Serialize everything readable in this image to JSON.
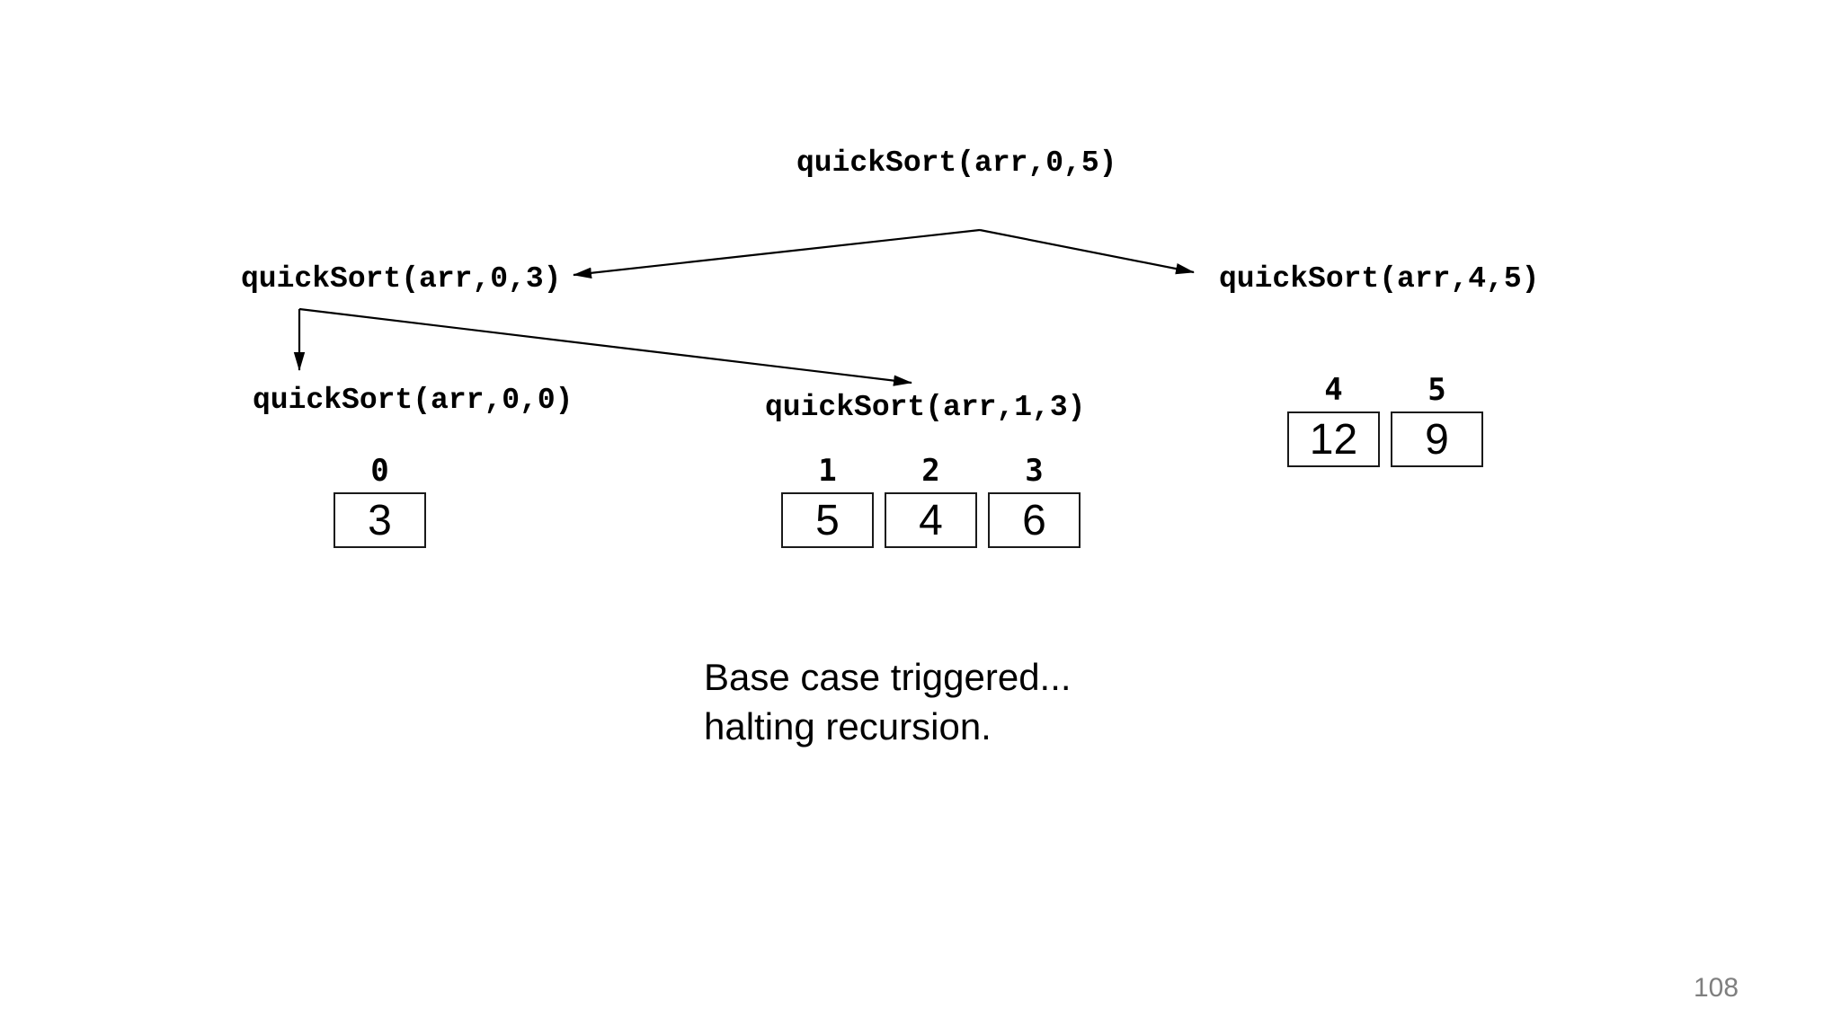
{
  "calls": {
    "root": "quickSort(arr,0,5)",
    "left": "quickSort(arr,0,3)",
    "right": "quickSort(arr,4,5)",
    "left_left": "quickSort(arr,0,0)",
    "left_right": "quickSort(arr,1,3)"
  },
  "arrays": {
    "left_left": {
      "cells": [
        {
          "index": "0",
          "value": "3"
        }
      ]
    },
    "left_right": {
      "cells": [
        {
          "index": "1",
          "value": "5"
        },
        {
          "index": "2",
          "value": "4"
        },
        {
          "index": "3",
          "value": "6"
        }
      ]
    },
    "right": {
      "cells": [
        {
          "index": "4",
          "value": "12"
        },
        {
          "index": "5",
          "value": "9"
        }
      ]
    }
  },
  "caption": {
    "line1": "Base case triggered...",
    "line2": "halting recursion."
  },
  "page_number": "108",
  "colors": {
    "text": "#000000",
    "arrow": "#000000",
    "box_border": "#1a1a1a",
    "page_number": "#7f7f7f"
  }
}
